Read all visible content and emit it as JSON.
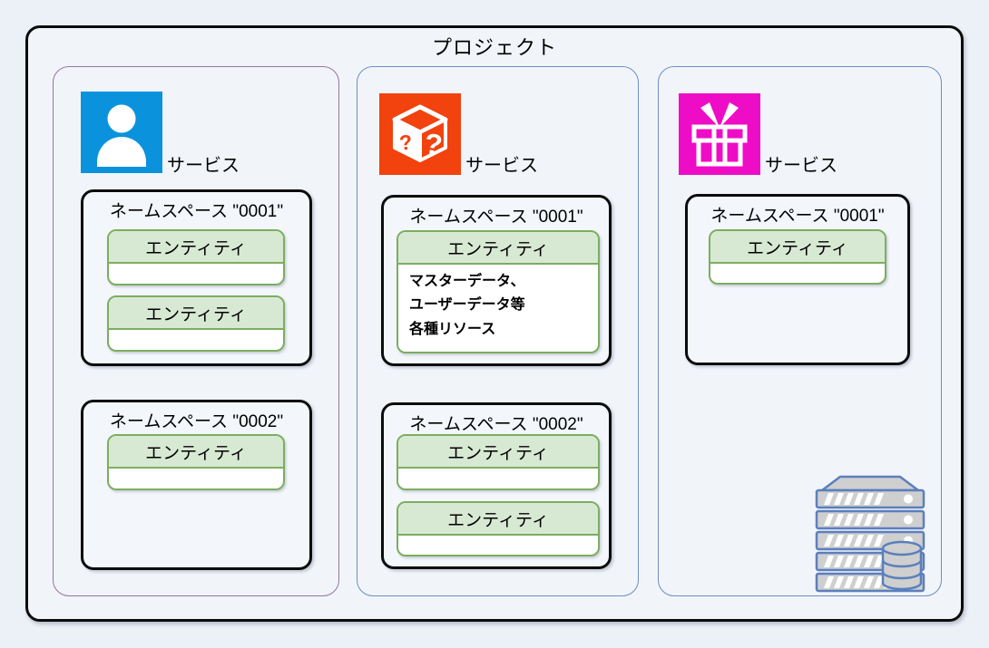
{
  "title": "プロジェクト",
  "columns": [
    {
      "service_label": "サービス",
      "icon": "person-icon",
      "namespaces": [
        {
          "title": "ネームスペース \"0001\"",
          "entities": [
            {
              "label": "エンティティ",
              "body": ""
            },
            {
              "label": "エンティティ",
              "body": ""
            }
          ]
        },
        {
          "title": "ネームスペース \"0002\"",
          "entities": [
            {
              "label": "エンティティ",
              "body": ""
            }
          ]
        }
      ]
    },
    {
      "service_label": "サービス",
      "icon": "mystery-box-icon",
      "namespaces": [
        {
          "title": "ネームスペース \"0001\"",
          "entities": [
            {
              "label": "エンティティ",
              "body": "マスターデータ、\nユーザーデータ等\n各種リソース"
            }
          ]
        },
        {
          "title": "ネームスペース \"0002\"",
          "entities": [
            {
              "label": "エンティティ",
              "body": ""
            },
            {
              "label": "エンティティ",
              "body": ""
            }
          ]
        }
      ]
    },
    {
      "service_label": "サービス",
      "icon": "gift-icon",
      "namespaces": [
        {
          "title": "ネームスペース \"0001\"",
          "entities": [
            {
              "label": "エンティティ",
              "body": ""
            }
          ]
        }
      ]
    }
  ],
  "icons": [
    "person-icon",
    "mystery-box-icon",
    "gift-icon",
    "server-database-icon"
  ],
  "colors": {
    "page_background": "#ecf1f8",
    "project_box_background": "#f1f5fa",
    "project_border": "#0c0c0c",
    "column1_border": "#9673a6",
    "column2_border": "#6c8ebf",
    "column3_border": "#6c8ebf",
    "namespace_border": "#0c0c0c",
    "entity_border": "#7cae5f",
    "entity_header_background": "#d8e9d3",
    "person_icon_background": "#0a93dc",
    "mystery_box_icon_background": "#f2420e",
    "gift_icon_background": "#ef0cc7",
    "server_stroke": "#5b7fbd",
    "server_fill": "#cfcfcf"
  }
}
